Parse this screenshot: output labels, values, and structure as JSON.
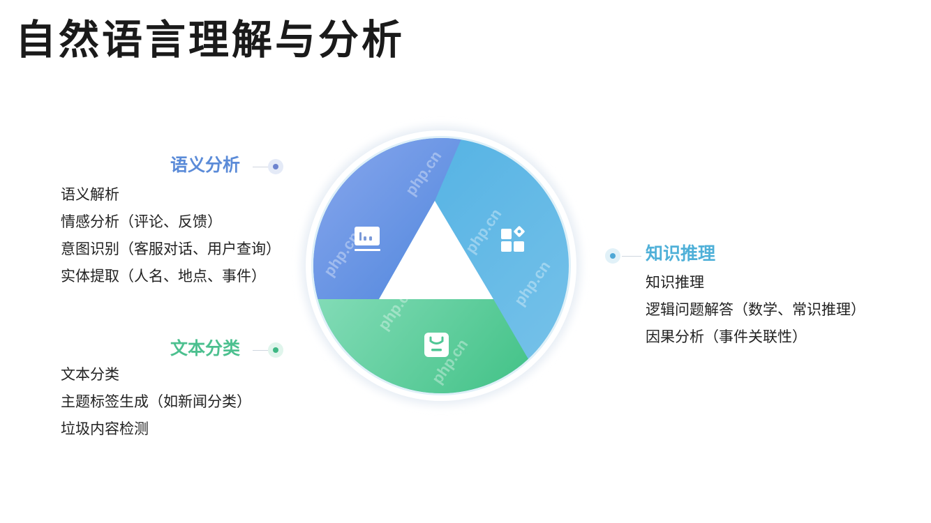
{
  "page": {
    "title": "自然语言理解与分析"
  },
  "colors": {
    "semantic": "#5f8fe0",
    "knowledge": "#4fb2dd",
    "classification": "#4fc795",
    "semantic_title": "#5b8bd8",
    "knowledge_title": "#4fb0d8",
    "classification_title": "#4cc08f"
  },
  "diagram": {
    "segments": [
      {
        "id": "semantic",
        "label": "语义分析",
        "icon": "presentation-board-icon"
      },
      {
        "id": "knowledge",
        "label": "知识推理",
        "icon": "app-grid-icon"
      },
      {
        "id": "classification",
        "label": "文本分类",
        "icon": "tag-box-icon"
      }
    ],
    "watermark": "php.cn"
  },
  "sections": {
    "semantic": {
      "title": "语义分析",
      "items": [
        "语义解析",
        "情感分析（评论、反馈）",
        "意图识别（客服对话、用户查询）",
        "实体提取（人名、地点、事件）"
      ]
    },
    "knowledge": {
      "title": "知识推理",
      "items": [
        "知识推理",
        "逻辑问题解答（数学、常识推理）",
        "因果分析（事件关联性）"
      ]
    },
    "classification": {
      "title": "文本分类",
      "items": [
        "文本分类",
        "主题标签生成（如新闻分类）",
        "垃圾内容检测"
      ]
    }
  }
}
